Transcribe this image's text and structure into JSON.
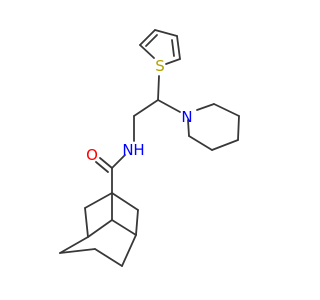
{
  "structure": {
    "atom_labels": {
      "sulfur": "S",
      "nitrogen": "N",
      "amide_nitrogen": "N",
      "amide_hydrogen": "H",
      "oxygen": "O"
    },
    "colors": {
      "bond": "#383838",
      "sulfur": "#b3a100",
      "nitrogen": "#0000ff",
      "oxygen": "#ff0000",
      "background": "#ffffff"
    }
  }
}
